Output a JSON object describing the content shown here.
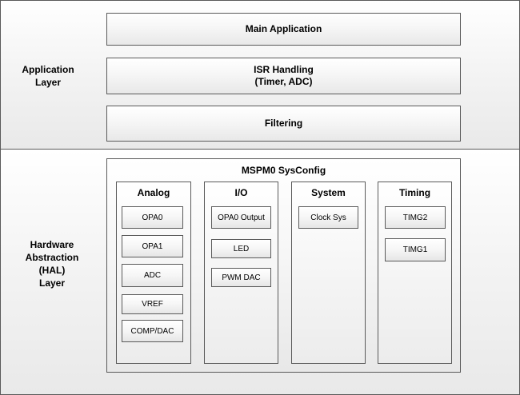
{
  "application_layer": {
    "label": "Application\nLayer",
    "blocks": {
      "main": "Main Application",
      "isr": "ISR Handling\n(Timer, ADC)",
      "filtering": "Filtering"
    }
  },
  "hal_layer": {
    "label": "Hardware\nAbstraction\n(HAL)\nLayer",
    "sysconfig_title": "MSPM0 SysConfig",
    "groups": {
      "analog": {
        "title": "Analog",
        "items": [
          "OPA0",
          "OPA1",
          "ADC",
          "VREF",
          "COMP/DAC"
        ]
      },
      "io": {
        "title": "I/O",
        "items": [
          "OPA0 Output",
          "LED",
          "PWM DAC"
        ]
      },
      "system": {
        "title": "System",
        "items": [
          "Clock Sys"
        ]
      },
      "timing": {
        "title": "Timing",
        "items": [
          "TIMG2",
          "TIMG1"
        ]
      }
    }
  }
}
